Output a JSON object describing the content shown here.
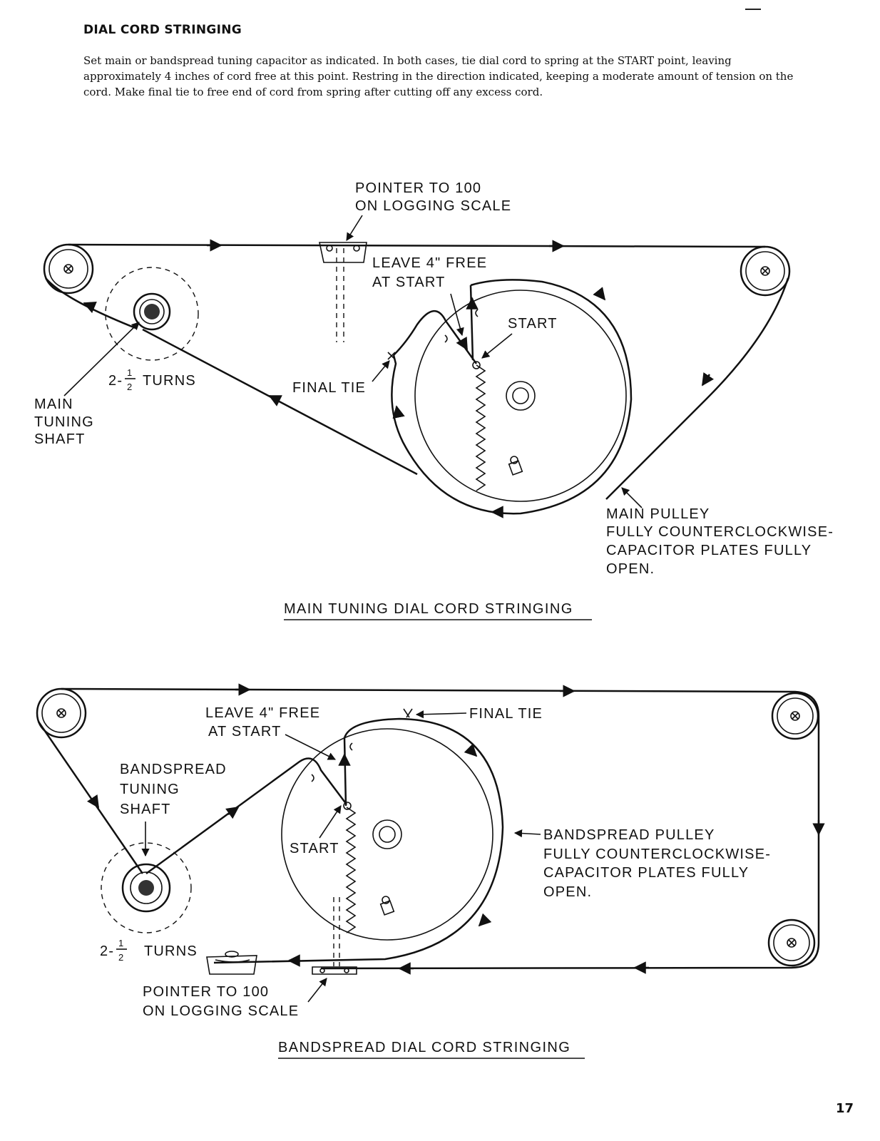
{
  "heading": "DIAL CORD STRINGING",
  "instructions": "Set main or bandspread tuning capacitor as indicated. In both cases, tie dial cord to spring at the START point, leaving approximately 4 inches of cord free at this point. Restring in the direction indicated, keeping a moderate amount of tension on the cord. Make final tie to free end of cord from spring after cutting off any excess cord.",
  "main_diagram": {
    "pointer_label_line1": "POINTER TO 100",
    "pointer_label_line2": "ON LOGGING SCALE",
    "leave_free_line1": "LEAVE 4\" FREE",
    "leave_free_line2": "AT START",
    "start_label": "START",
    "final_tie_label": "FINAL TIE",
    "turns_label": "2-",
    "turns_fraction_num": "1",
    "turns_fraction_den": "2",
    "turns_word": "TURNS",
    "shaft_line1": "MAIN",
    "shaft_line2": "TUNING",
    "shaft_line3": "SHAFT",
    "pulley_line1": "MAIN PULLEY",
    "pulley_line2": "FULLY COUNTERCLOCKWISE-",
    "pulley_line3": "CAPACITOR PLATES FULLY",
    "pulley_line4": "OPEN.",
    "caption": "MAIN TUNING DIAL CORD STRINGING"
  },
  "bandspread_diagram": {
    "leave_free_line1": "LEAVE 4\" FREE",
    "leave_free_line2": "AT START",
    "final_tie_label": "FINAL TIE",
    "shaft_line1": "BANDSPREAD",
    "shaft_line2": "TUNING",
    "shaft_line3": "SHAFT",
    "start_label": "START",
    "pulley_line1": "BANDSPREAD PULLEY",
    "pulley_line2": "FULLY COUNTERCLOCKWISE-",
    "pulley_line3": "CAPACITOR PLATES FULLY",
    "pulley_line4": "OPEN.",
    "turns_label": "2-",
    "turns_fraction_num": "1",
    "turns_fraction_den": "2",
    "turns_word": "TURNS",
    "pointer_label_line1": "POINTER TO 100",
    "pointer_label_line2": "ON LOGGING SCALE",
    "caption": "BANDSPREAD DIAL CORD STRINGING"
  },
  "page_number": "17"
}
